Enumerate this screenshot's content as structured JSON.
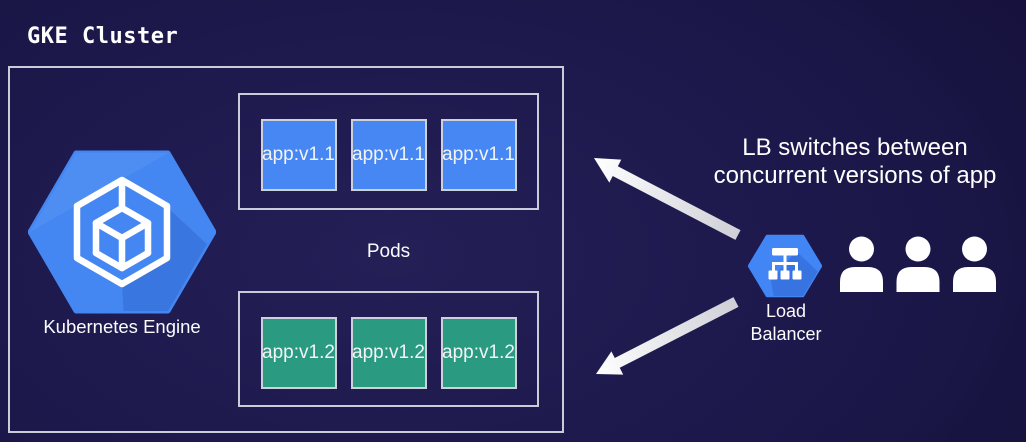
{
  "page": {
    "title": "GKE Cluster"
  },
  "cluster": {
    "engine": {
      "label": "Kubernetes Engine",
      "icon": "gke-hexagon-icon",
      "color": "#4587f2"
    },
    "pods_label": "Pods",
    "pod_groups": [
      {
        "version": "v1.1",
        "color": "#4787f3",
        "pods": [
          "app:v1.1",
          "app:v1.1",
          "app:v1.1"
        ]
      },
      {
        "version": "v1.2",
        "color": "#2a9b81",
        "pods": [
          "app:v1.2",
          "app:v1.2",
          "app:v1.2"
        ]
      }
    ]
  },
  "annotation": {
    "line1": "LB switches between",
    "line2": "concurrent versions of app"
  },
  "load_balancer": {
    "label_line1": "Load",
    "label_line2": "Balancer",
    "icon": "load-balancer-hexagon-icon",
    "color": "#4285f4"
  },
  "users": {
    "icon": "user-icon",
    "count": 3
  },
  "colors": {
    "background": "#1b1749",
    "box_border": "#c9cdda",
    "pod_blue": "#4787f3",
    "pod_green": "#2a9b81",
    "arrow": "#ffffff",
    "text": "#ffffff"
  }
}
